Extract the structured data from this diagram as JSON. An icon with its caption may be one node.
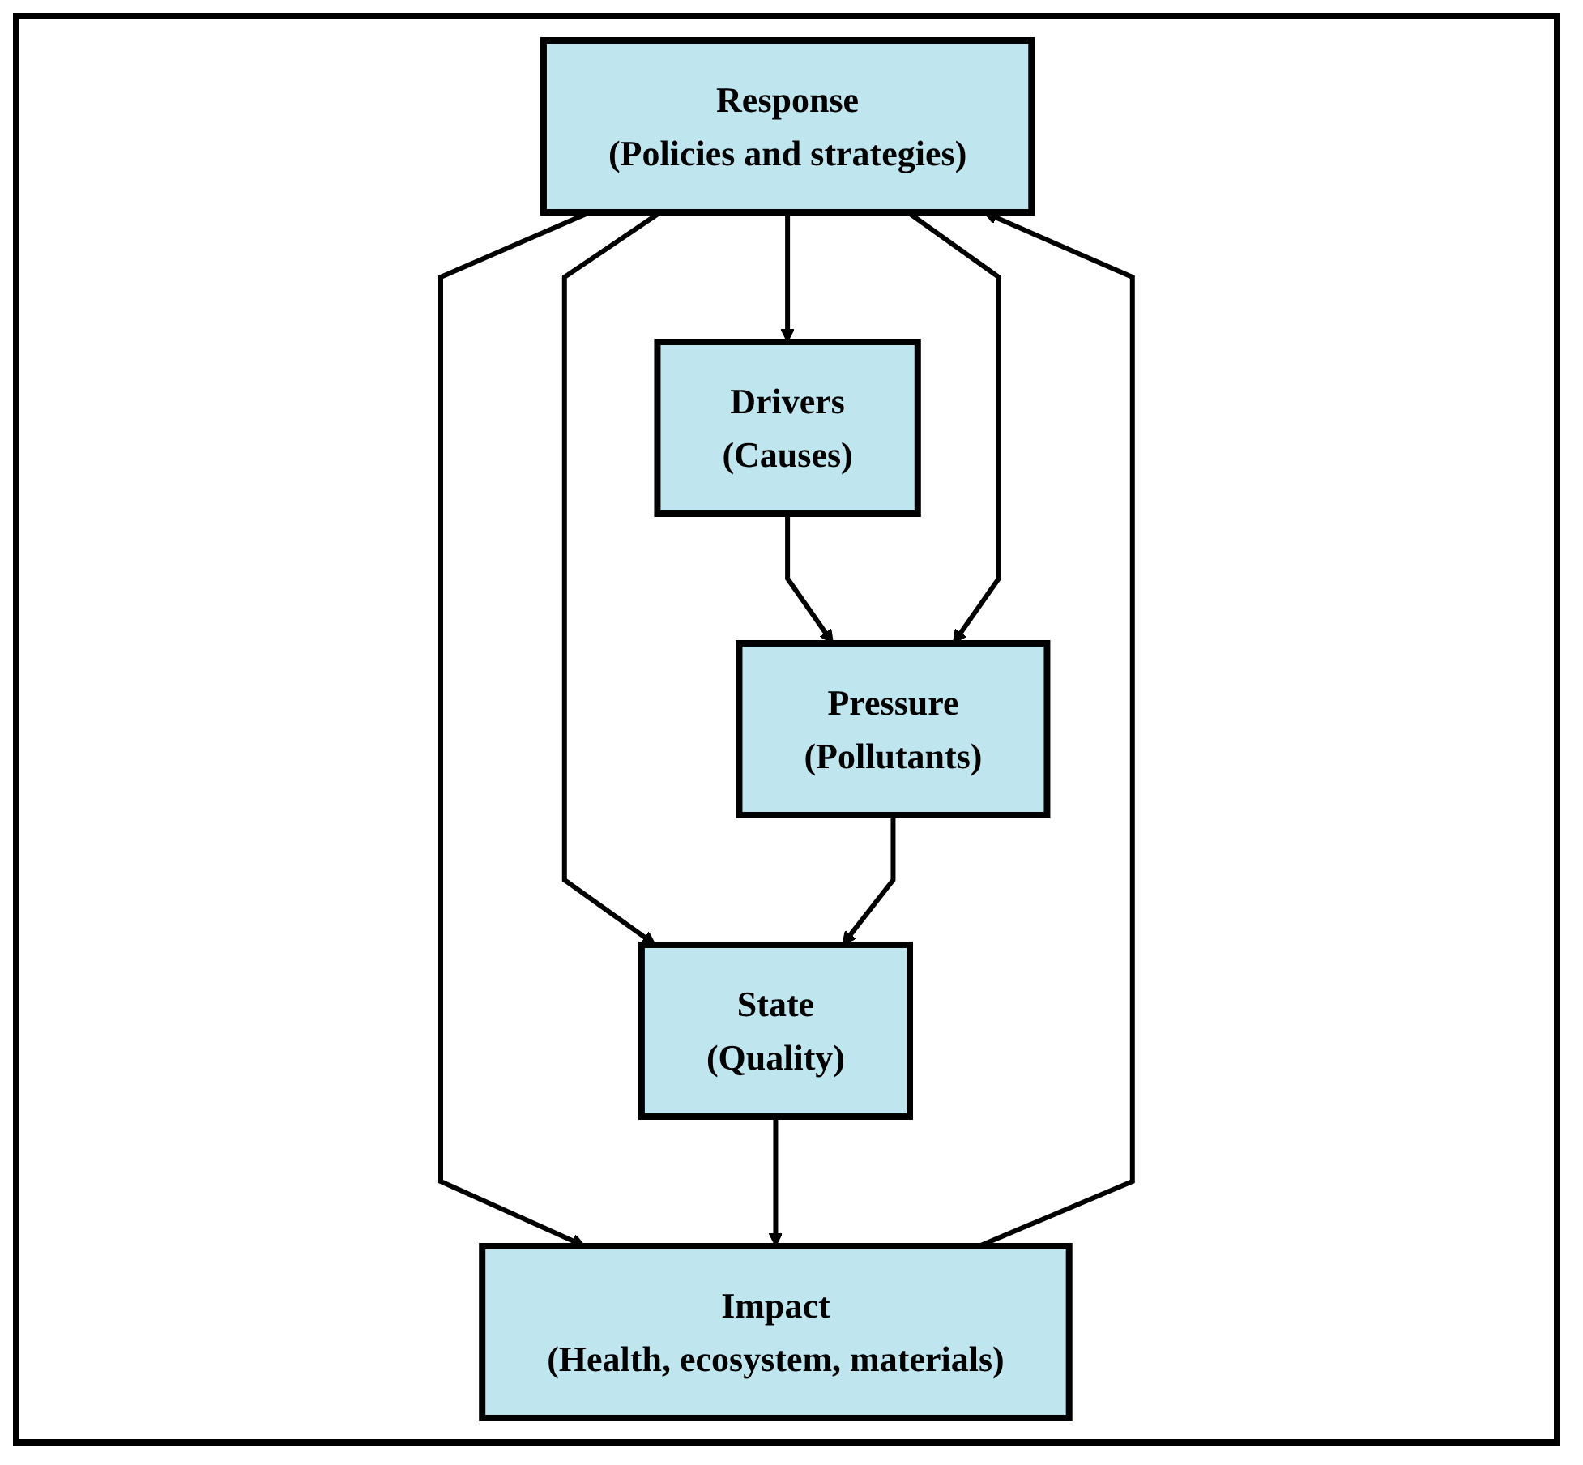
{
  "diagram": {
    "nodes": [
      {
        "text": [
          "Response",
          "(Policies and strategies)"
        ]
      },
      {
        "text": [
          "Drivers",
          "(Causes)"
        ]
      },
      {
        "text": [
          "Pressure",
          "(Pollutants)"
        ]
      },
      {
        "text": [
          "State",
          "(Quality)"
        ]
      },
      {
        "text": [
          "Impact",
          "(Health, ecosystem, materials)"
        ]
      }
    ],
    "edges": [
      {
        "from": 0,
        "to": 1,
        "arrow": "to"
      },
      {
        "from": 1,
        "to": 2,
        "arrow": "to"
      },
      {
        "from": 0,
        "to": 2,
        "arrow": "to"
      },
      {
        "from": 0,
        "to": 3,
        "arrow": "to"
      },
      {
        "from": 0,
        "to": 4,
        "arrow": "to"
      },
      {
        "from": 4,
        "to": 0,
        "arrow": "to"
      },
      {
        "from": 2,
        "to": 3,
        "arrow": "to"
      },
      {
        "from": 3,
        "to": 4,
        "arrow": "to"
      }
    ]
  }
}
